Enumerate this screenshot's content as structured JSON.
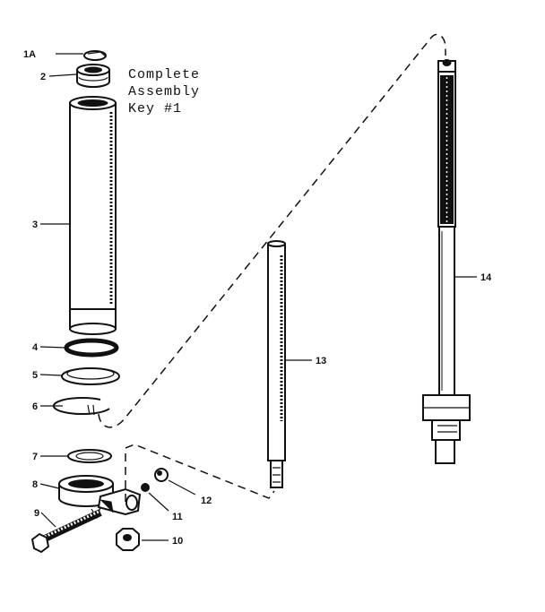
{
  "note": {
    "lines": [
      "Complete",
      "Assembly",
      "Key #1"
    ]
  },
  "callouts": {
    "c1a": "1A",
    "c2": "2",
    "c3": "3",
    "c4": "4",
    "c5": "5",
    "c6": "6",
    "c7": "7",
    "c8": "8",
    "c9": "9",
    "c10": "10",
    "c11": "11",
    "c12": "12",
    "c13": "13",
    "c14": "14"
  }
}
